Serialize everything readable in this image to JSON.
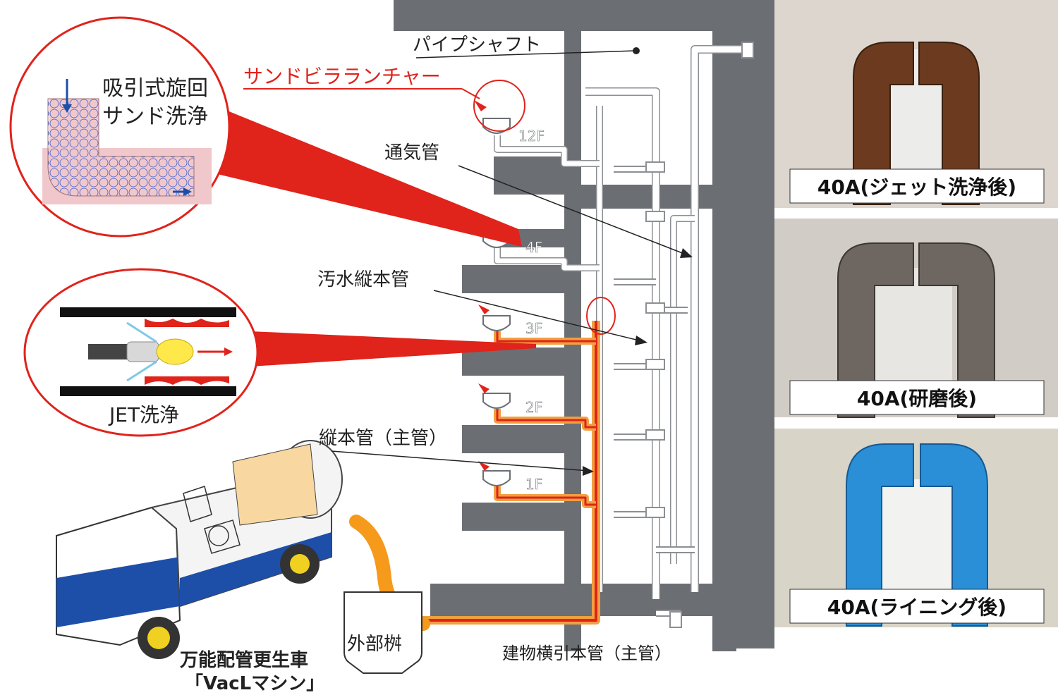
{
  "labels": {
    "pipe_shaft": "パイプシャフト",
    "sand_launcher": "サンドビラランチャー",
    "vent_pipe": "通気管",
    "sewage_stack": "汚水縦本管",
    "main_stack": "縦本管（主管）",
    "horizontal_main": "建物横引本管（主管）",
    "outside_pit": "外部桝",
    "vehicle_line1": "万能配管更生車",
    "vehicle_line2": "「VacLマシン」",
    "sand_wash_line1": "吸引式旋回",
    "sand_wash_line2": "サンド洗浄",
    "jet_wash": "JET洗浄"
  },
  "floors": [
    "12F",
    "4F",
    "3F",
    "2F",
    "1F"
  ],
  "photos": [
    {
      "caption": "40A(ジェット洗浄後)",
      "pipe_color": "#6b3a1f"
    },
    {
      "caption": "40A(研磨後)",
      "pipe_color": "#6e6660"
    },
    {
      "caption": "40A(ライニング後)",
      "pipe_color": "#2a8fd6"
    }
  ],
  "colors": {
    "wall": "#6b6f74",
    "accent_red": "#e0231b",
    "hose_orange": "#f59a1b",
    "truck_blue": "#1d4fa8"
  }
}
